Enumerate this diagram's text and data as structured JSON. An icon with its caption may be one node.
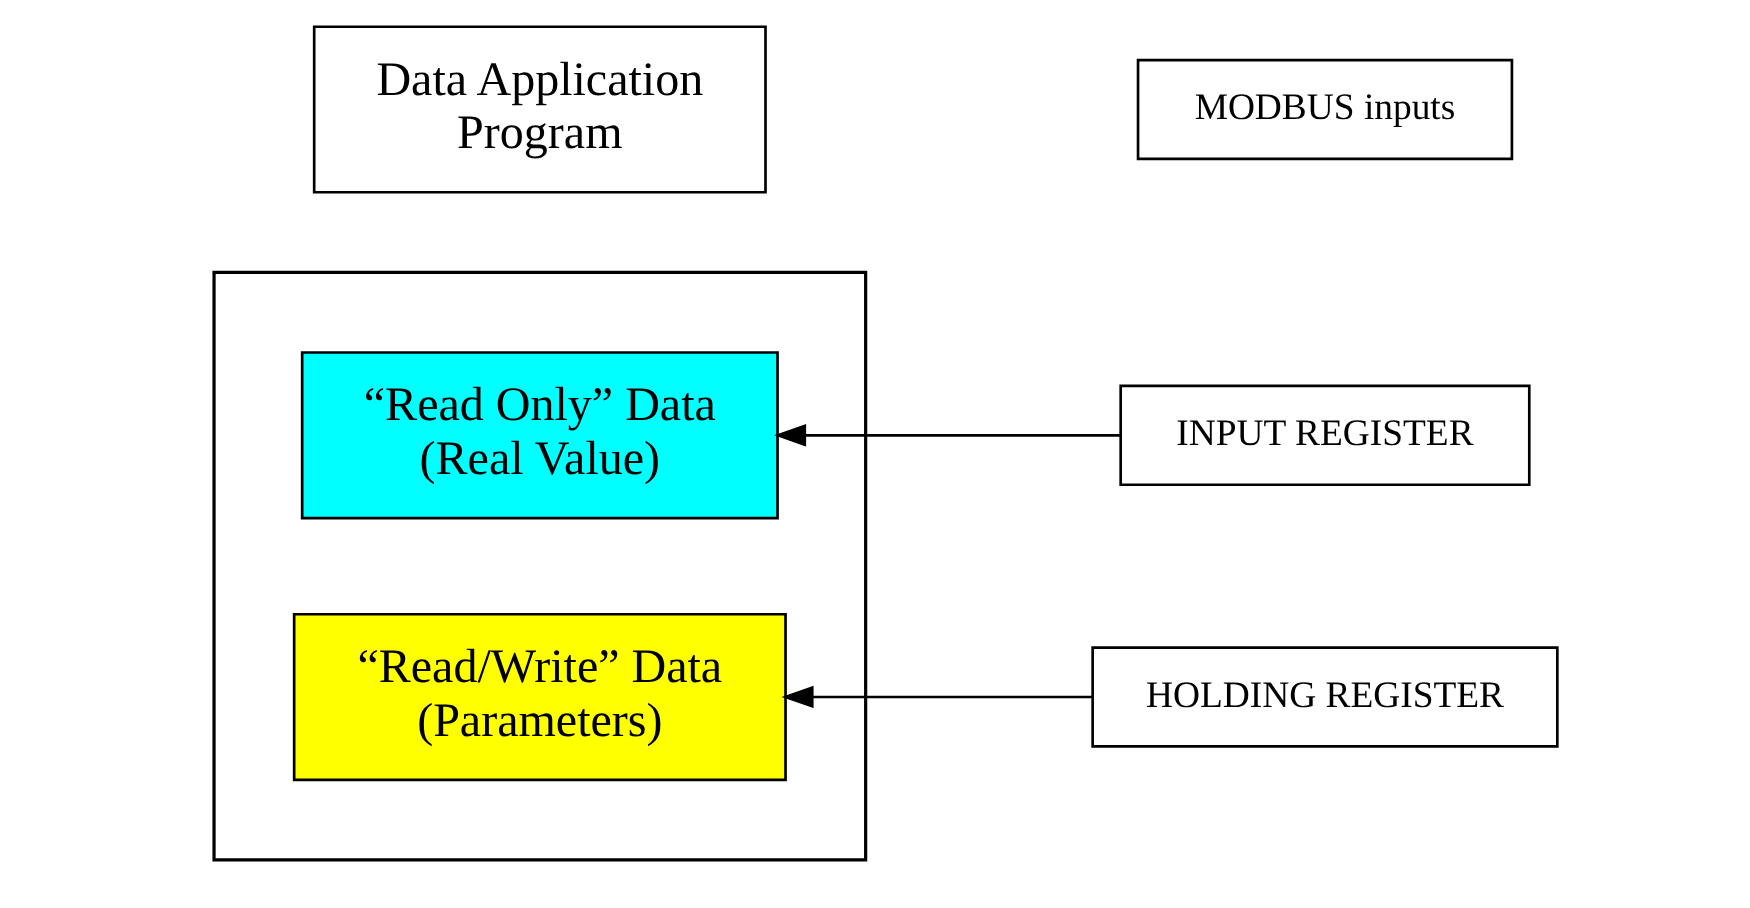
{
  "diagram": {
    "nodes": [
      {
        "text": [
          "Data Application Program"
        ]
      },
      {
        "text": [],
        "shape": "box"
      },
      {
        "text": [
          "“Read/Write” Data (Parameters)"
        ],
        "in": 1
      },
      {
        "text": [
          "“Read Only” Data (Real Value)"
        ],
        "in": 1
      },
      {
        "text": [
          "MODBUS inputs"
        ]
      },
      {
        "text": [
          "HOLDING REGISTER"
        ]
      },
      {
        "text": [
          "INPUT REGISTER"
        ]
      }
    ],
    "edges": [
      {
        "from": 5,
        "to": 2,
        "arrow": "to"
      },
      {
        "from": 6,
        "to": 3,
        "arrow": "to"
      }
    ]
  }
}
